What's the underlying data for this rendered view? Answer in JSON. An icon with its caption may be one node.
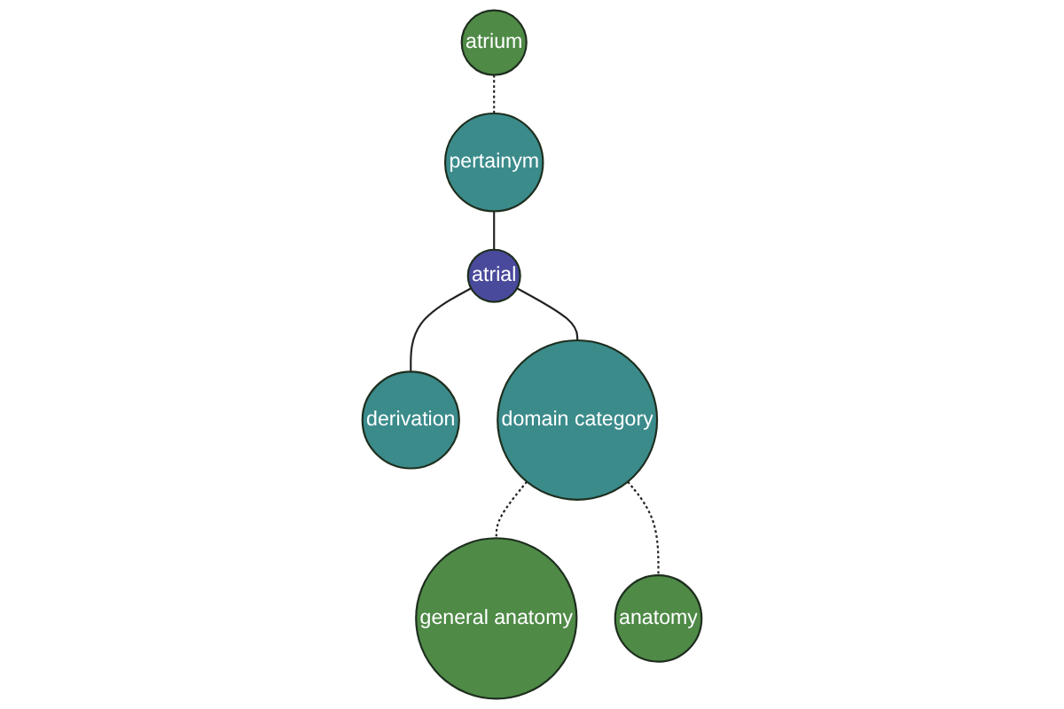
{
  "diagram": {
    "nodes": [
      {
        "text": [
          "atrium"
        ]
      },
      {
        "text": [
          "pertainym"
        ]
      },
      {
        "text": [
          "atrial"
        ]
      },
      {
        "text": [
          "derivation"
        ]
      },
      {
        "text": [
          "domain category"
        ]
      },
      {
        "text": [
          "general anatomy"
        ]
      },
      {
        "text": [
          "anatomy"
        ]
      }
    ],
    "edges": [
      {
        "from": 0,
        "to": 1,
        "arrow": "none",
        "style": "dashed"
      },
      {
        "from": 1,
        "to": 2,
        "arrow": "none"
      },
      {
        "from": 2,
        "to": 3,
        "arrow": "none"
      },
      {
        "from": 2,
        "to": 4,
        "arrow": "none"
      },
      {
        "from": 4,
        "to": 5,
        "arrow": "none",
        "style": "dashed"
      },
      {
        "from": 4,
        "to": 6,
        "arrow": "none",
        "style": "dashed"
      }
    ]
  }
}
